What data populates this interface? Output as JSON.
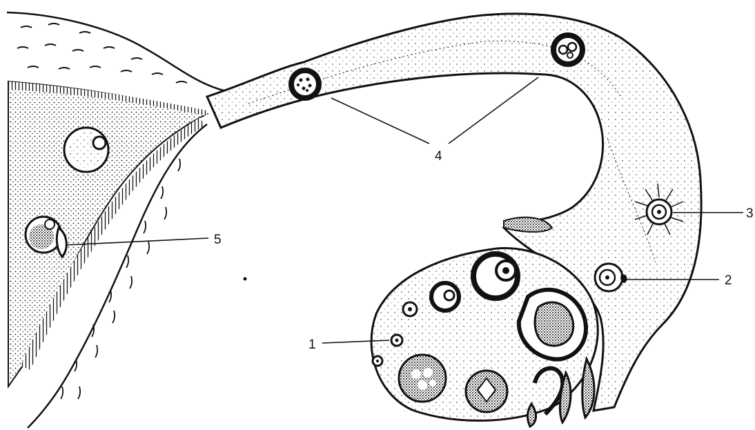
{
  "labels": {
    "l1": "1",
    "l2": "2",
    "l3": "3",
    "l4": "4",
    "l5": "5"
  },
  "colors": {
    "ink": "#111111",
    "paper": "#ffffff"
  }
}
